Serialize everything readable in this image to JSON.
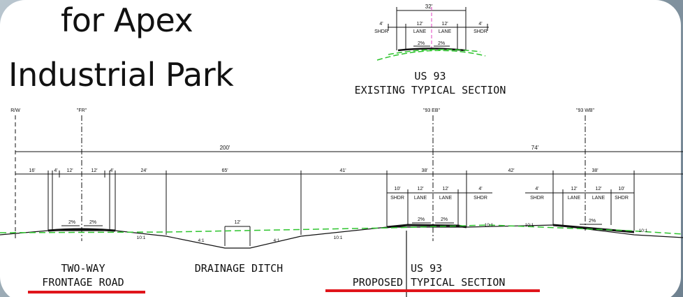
{
  "slide": {
    "title_line1": "for Apex",
    "title_line2": "Industrial Park"
  },
  "existing": {
    "overall_width": "32'",
    "shoulder_left": "4'",
    "shoulder_right": "4'",
    "lane_left": "12'",
    "lane_right": "12'",
    "shdr_label": "SHDR",
    "lane_label": "LANE",
    "slope_left": "2%",
    "slope_right": "2%",
    "caption_line1": "US 93",
    "caption_line2": "EXISTING TYPICAL SECTION"
  },
  "proposed": {
    "rw_label": "R/W",
    "fr_label": "\"FR\"",
    "eb_label": "\"93 EB\"",
    "wb_label": "\"93 WB\"",
    "dim_200": "200'",
    "dim_74": "74'",
    "dim_16": "16'",
    "dim_4a": "4'",
    "dim_12a": "12'",
    "dim_12b": "12'",
    "dim_4b": "4'",
    "dim_24": "24'",
    "dim_65": "65'",
    "dim_41": "41'",
    "dim_38a": "38'",
    "dim_42": "42'",
    "dim_38b": "38'",
    "eb_shdr_w": "10'",
    "eb_lane1_w": "12'",
    "eb_lane2_w": "12'",
    "eb_rshdr_w": "4'",
    "wb_lshdr_w": "4'",
    "wb_lane1_w": "12'",
    "wb_lane2_w": "12'",
    "wb_shdr_w": "10'",
    "ditch_bottom": "12'",
    "fr_slope1": "2%",
    "fr_slope2": "2%",
    "eb_slope1": "2%",
    "eb_slope2": "2%",
    "wb_slope": "2%",
    "slope_10_1_a": "10:1",
    "slope_4_1_a": "4:1",
    "slope_4_1_b": "4:1",
    "slope_10_1_b": "10:1",
    "slope_10_1_c": "10:1",
    "slope_10_1_d": "10:1",
    "slope_10_1_e": "10:1",
    "shdr_label": "SHDR",
    "lane_label": "LANE",
    "cap_frontage_1": "TWO-WAY",
    "cap_frontage_2": "FRONTAGE ROAD",
    "cap_ditch": "DRAINAGE DITCH",
    "cap_us93": "US 93",
    "cap_proposed": "PROPOSED",
    "cap_typical": "TYPICAL SECTION"
  },
  "colors": {
    "underline": "#e0151b",
    "ground": "#2ec42e",
    "centerline_existing": "#e040c0"
  }
}
